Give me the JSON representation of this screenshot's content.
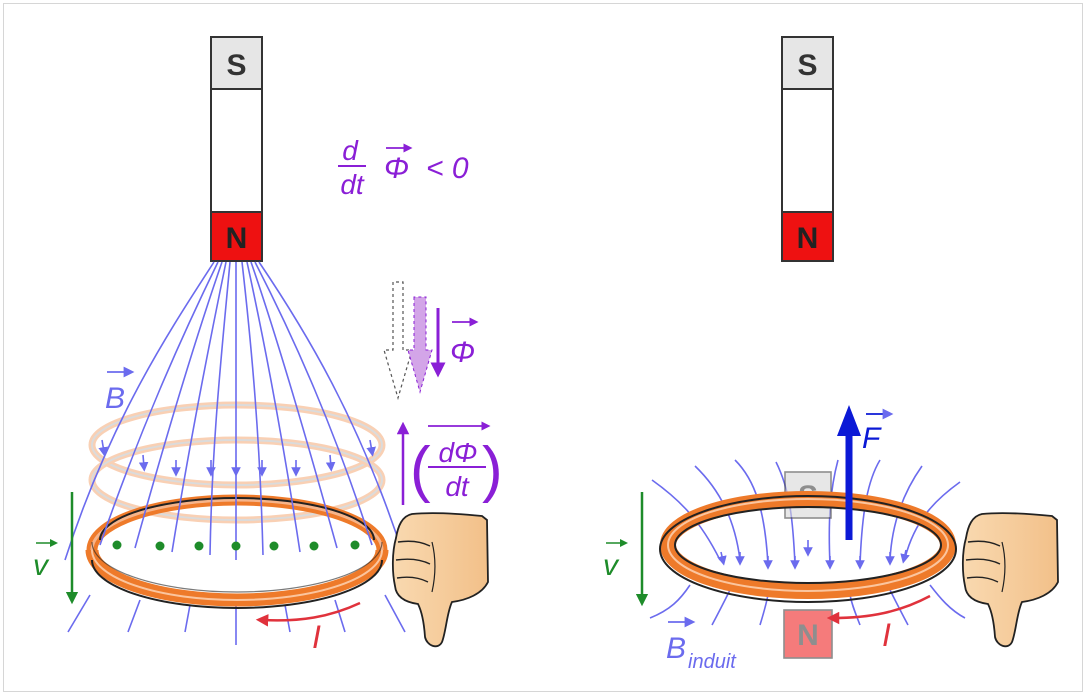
{
  "left_panel": {
    "magnet": {
      "south": "S",
      "north": "N"
    },
    "flux_rate": {
      "numerator": "d",
      "denominator": "dt",
      "symbol": "Φ",
      "relation": "< 0"
    },
    "flux_label": "Φ",
    "derivative_label": {
      "numerator": "dΦ",
      "denominator": "dt"
    },
    "field_label": "B",
    "velocity_label": "v",
    "current_label": "I"
  },
  "right_panel": {
    "magnet": {
      "south": "S",
      "north": "N"
    },
    "force_label": "F",
    "velocity_label": "v",
    "current_label": "I",
    "induced_pole_south": "S",
    "induced_pole_north": "N",
    "induced_field_label": "B",
    "induced_field_subscript": "induit"
  },
  "colors": {
    "field_lines": "#6b6bee",
    "flux": "#8a1fd6",
    "velocity": "#1e8c2a",
    "current": "#e0323c",
    "force": "#0b19d6",
    "coil": "#ee7a2a",
    "north_pole": "#ee1c1c",
    "south_pole": "#e0e0e0"
  }
}
